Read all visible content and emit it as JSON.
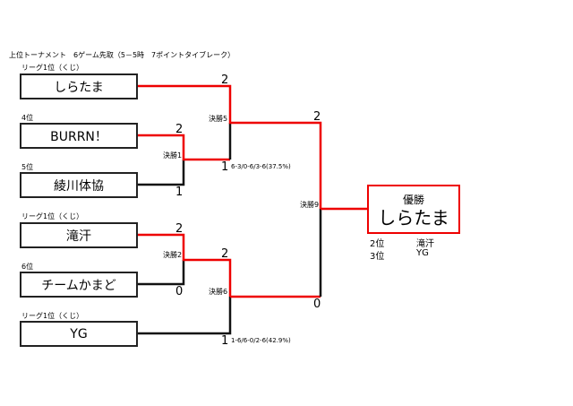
{
  "title": "上位トーナメント　6ゲーム先取（5－5時　7ポイントタイブレーク）",
  "teams": [
    {
      "seed": "リーグ1位（くじ）",
      "name": "しらたま"
    },
    {
      "seed": "4位",
      "name": "BURRN！"
    },
    {
      "seed": "5位",
      "name": "綾川体協"
    },
    {
      "seed": "リーグ1位（くじ）",
      "name": "滝汗"
    },
    {
      "seed": "6位",
      "name": "チームかまど"
    },
    {
      "seed": "リーグ1位（くじ）",
      "name": "YG"
    }
  ],
  "matches": {
    "m1": {
      "label": "決勝1",
      "top": "2",
      "bottom": "1"
    },
    "m2": {
      "label": "決勝2",
      "top": "2",
      "bottom": "0"
    },
    "m5": {
      "label": "決勝5",
      "top": "2",
      "bottom": "1",
      "detail": "6-3/0-6/3-6(37.5%)"
    },
    "m6": {
      "label": "決勝6",
      "top": "2",
      "bottom": "1",
      "detail": "1-6/6-0/2-6(42.9%)"
    },
    "m9": {
      "label": "決勝9",
      "top": "2",
      "bottom": "0"
    }
  },
  "champion": {
    "label": "優勝",
    "name": "しらたま"
  },
  "places": [
    {
      "rank": "2位",
      "name": "滝汗"
    },
    {
      "rank": "3位",
      "name": "YG"
    }
  ],
  "colors": {
    "winner": "#ee0000",
    "loser": "#111111"
  }
}
